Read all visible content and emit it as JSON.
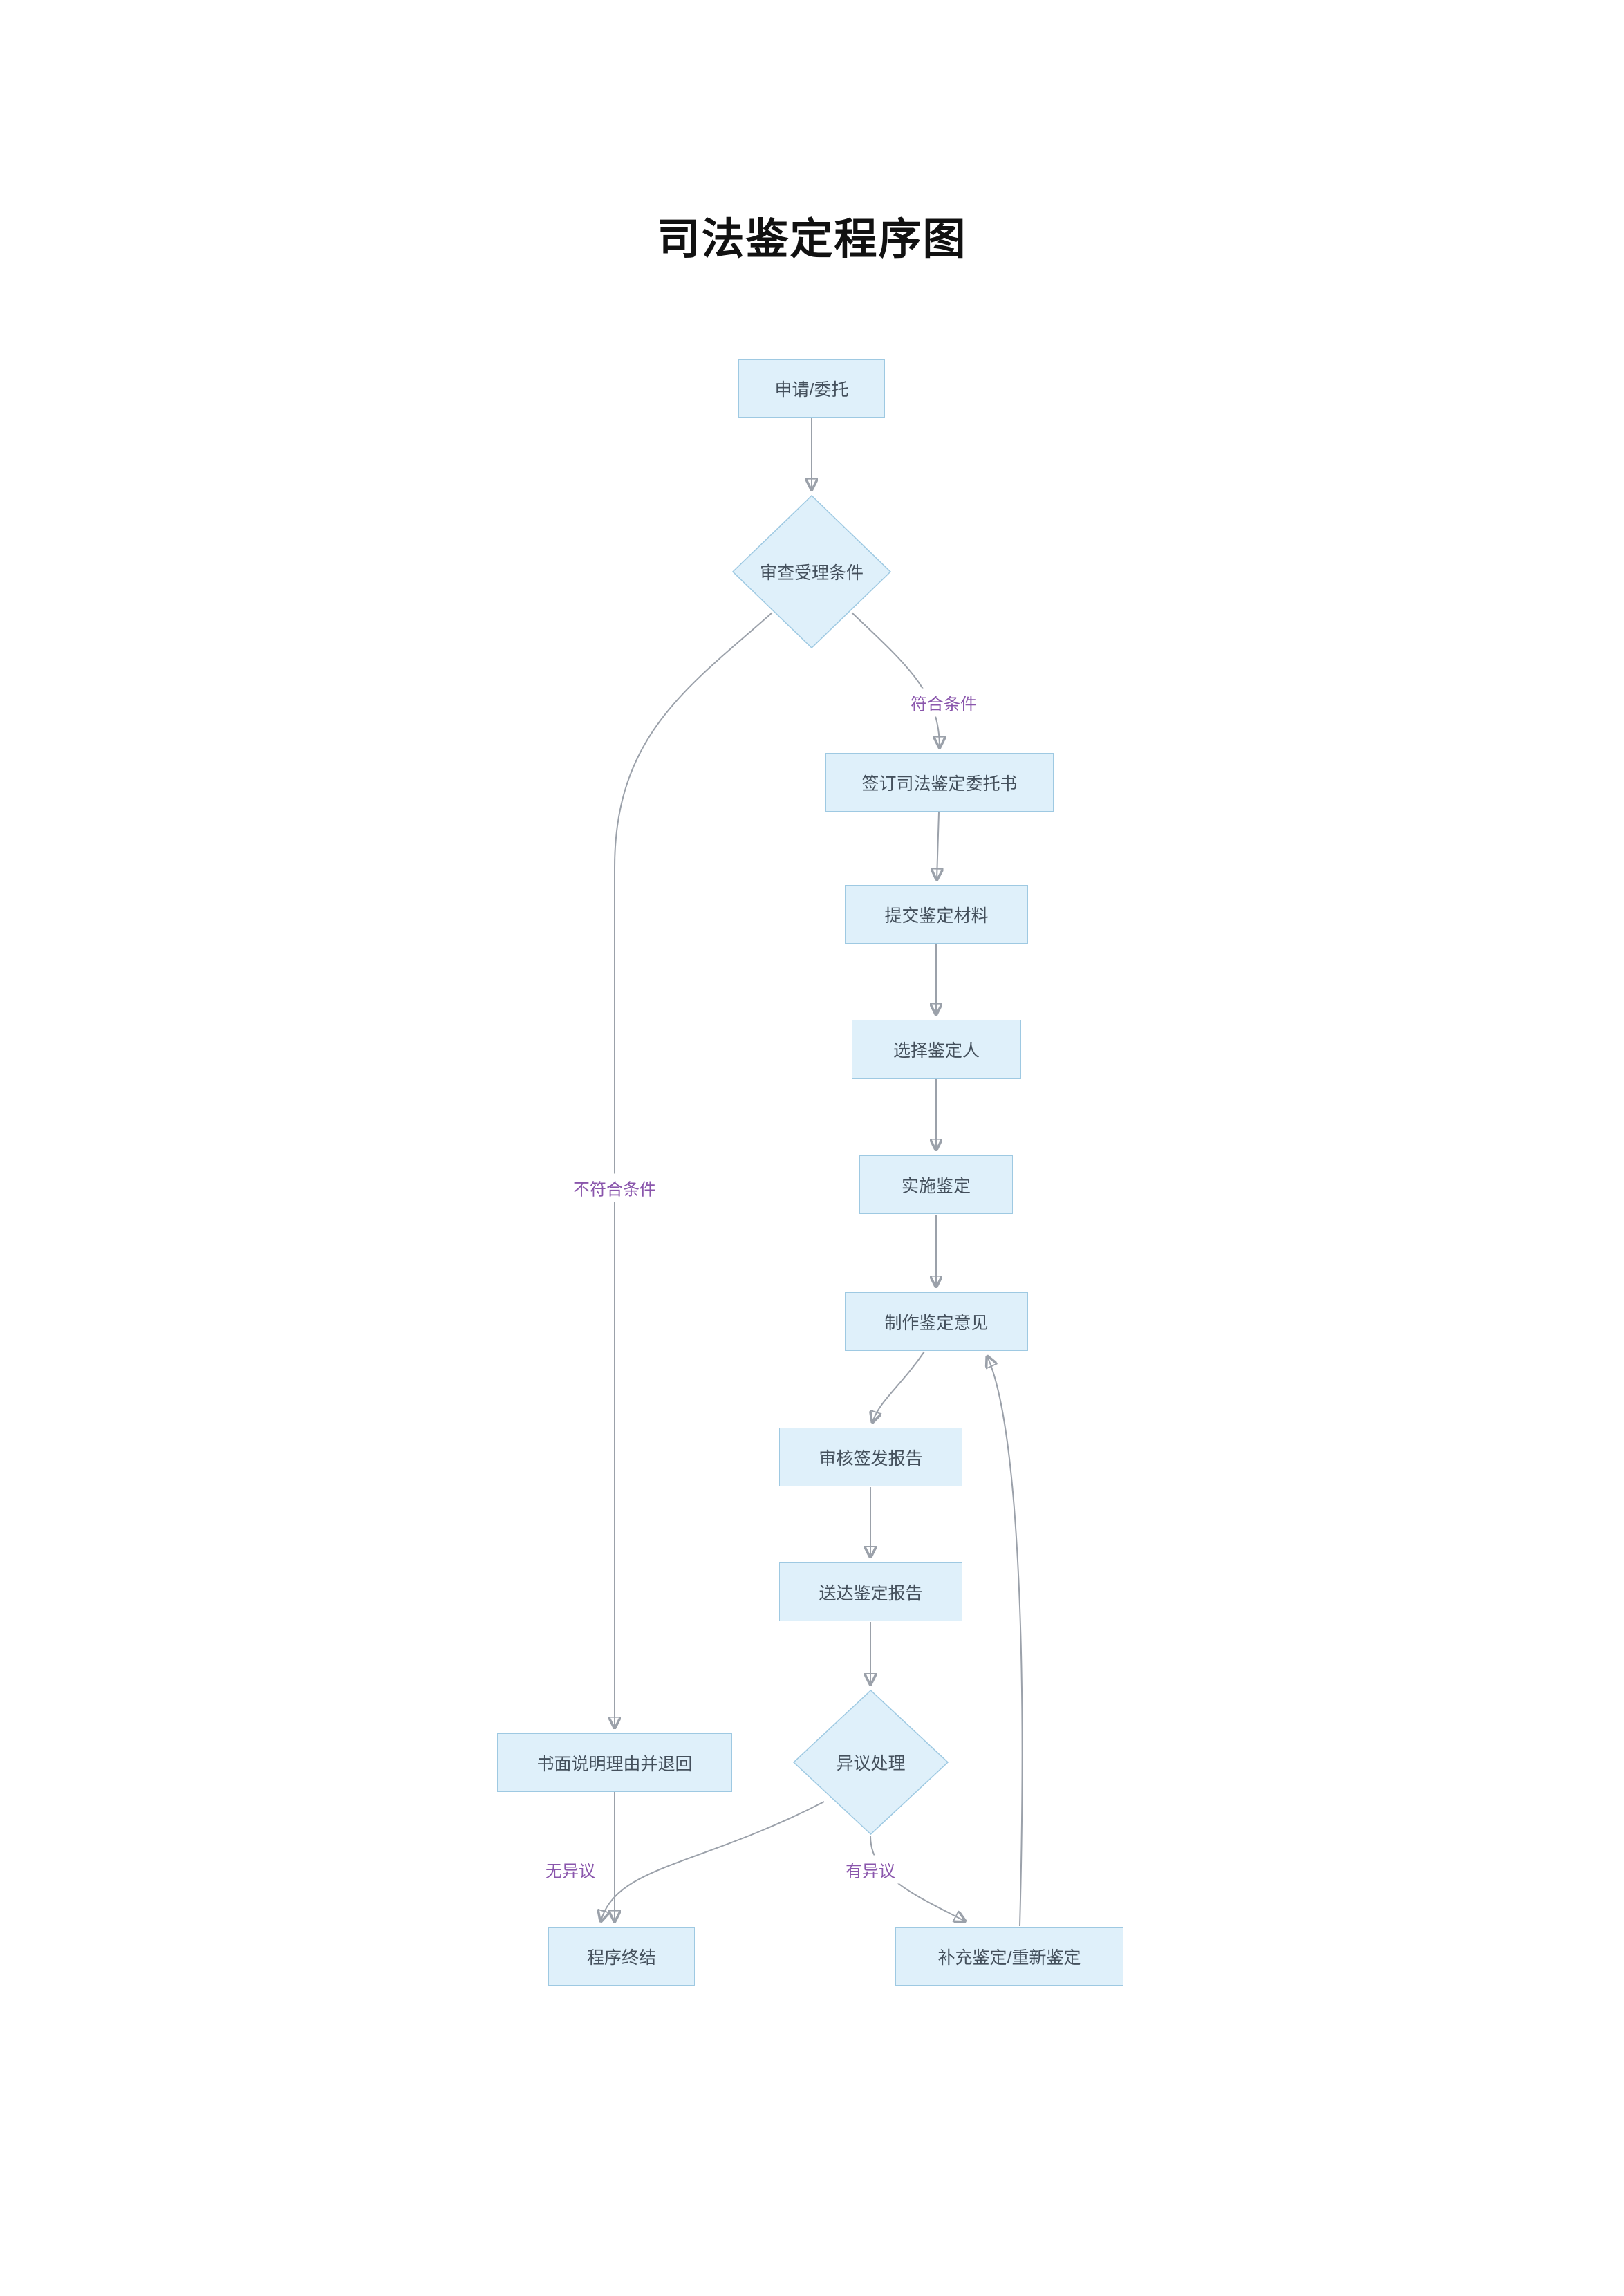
{
  "page": {
    "title": "司法鉴定程序图"
  },
  "nodes": {
    "apply": {
      "label": "申请/委托"
    },
    "review": {
      "label": "审查受理条件"
    },
    "sign": {
      "label": "签订司法鉴定委托书"
    },
    "submit": {
      "label": "提交鉴定材料"
    },
    "select": {
      "label": "选择鉴定人"
    },
    "implement": {
      "label": "实施鉴定"
    },
    "opinion": {
      "label": "制作鉴定意见"
    },
    "audit": {
      "label": "审核签发报告"
    },
    "deliver": {
      "label": "送达鉴定报告"
    },
    "objection": {
      "label": "异议处理"
    },
    "written": {
      "label": "书面说明理由并退回"
    },
    "end": {
      "label": "程序终结"
    },
    "re_appraisal": {
      "label": "补充鉴定/重新鉴定"
    }
  },
  "edge_labels": {
    "meets": "符合条件",
    "not_meets": "不符合条件",
    "no_objection": "无异议",
    "has_objection": "有异议"
  },
  "colors": {
    "node_fill": "#dff0fa",
    "node_border": "#9ec9e2",
    "edge": "#9ba1aa",
    "edge_label": "#8a56ac",
    "text": "#44505c",
    "title_color": "#111111"
  }
}
